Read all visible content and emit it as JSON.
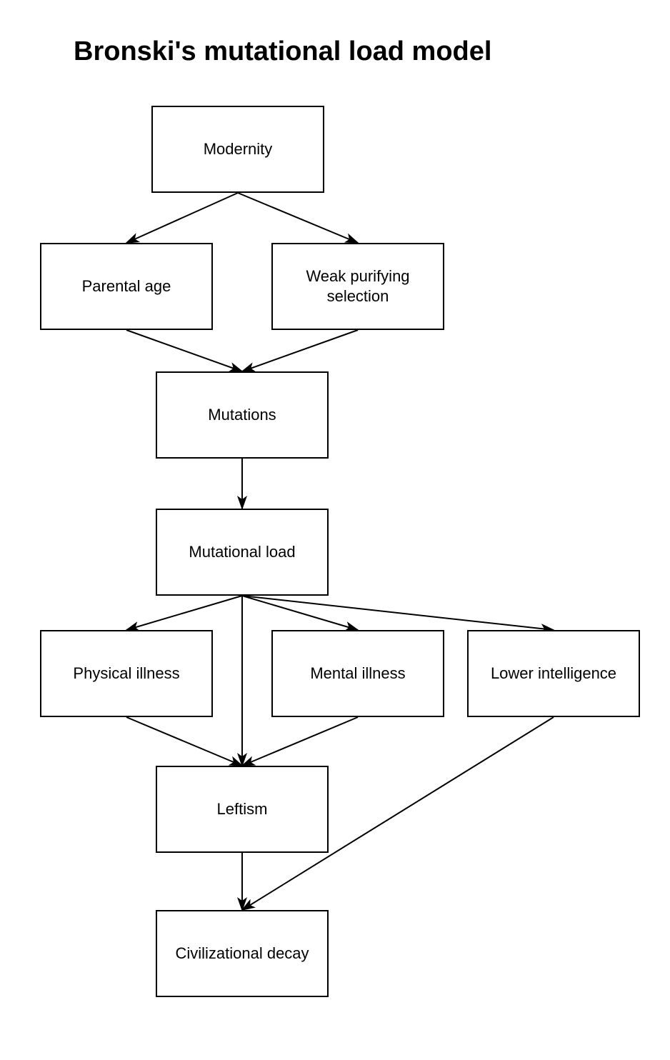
{
  "title": "Bronski's mutational load model",
  "nodes": {
    "modernity": "Modernity",
    "parental_age": "Parental age",
    "weak_purifying_selection": "Weak purifying selection",
    "mutations": "Mutations",
    "mutational_load": "Mutational load",
    "physical_illness": "Physical illness",
    "mental_illness": "Mental illness",
    "lower_intelligence": "Lower intelligence",
    "leftism": "Leftism",
    "civilizational_decay": "Civilizational decay"
  },
  "edges": [
    [
      "modernity",
      "parental_age"
    ],
    [
      "modernity",
      "weak_purifying_selection"
    ],
    [
      "parental_age",
      "mutations"
    ],
    [
      "weak_purifying_selection",
      "mutations"
    ],
    [
      "mutations",
      "mutational_load"
    ],
    [
      "mutational_load",
      "physical_illness"
    ],
    [
      "mutational_load",
      "leftism"
    ],
    [
      "mutational_load",
      "mental_illness"
    ],
    [
      "mutational_load",
      "lower_intelligence"
    ],
    [
      "physical_illness",
      "leftism"
    ],
    [
      "mental_illness",
      "leftism"
    ],
    [
      "leftism",
      "civilizational_decay"
    ],
    [
      "lower_intelligence",
      "civilizational_decay"
    ]
  ],
  "colors": {
    "stroke": "#000000",
    "background": "#ffffff",
    "text": "#000000"
  }
}
